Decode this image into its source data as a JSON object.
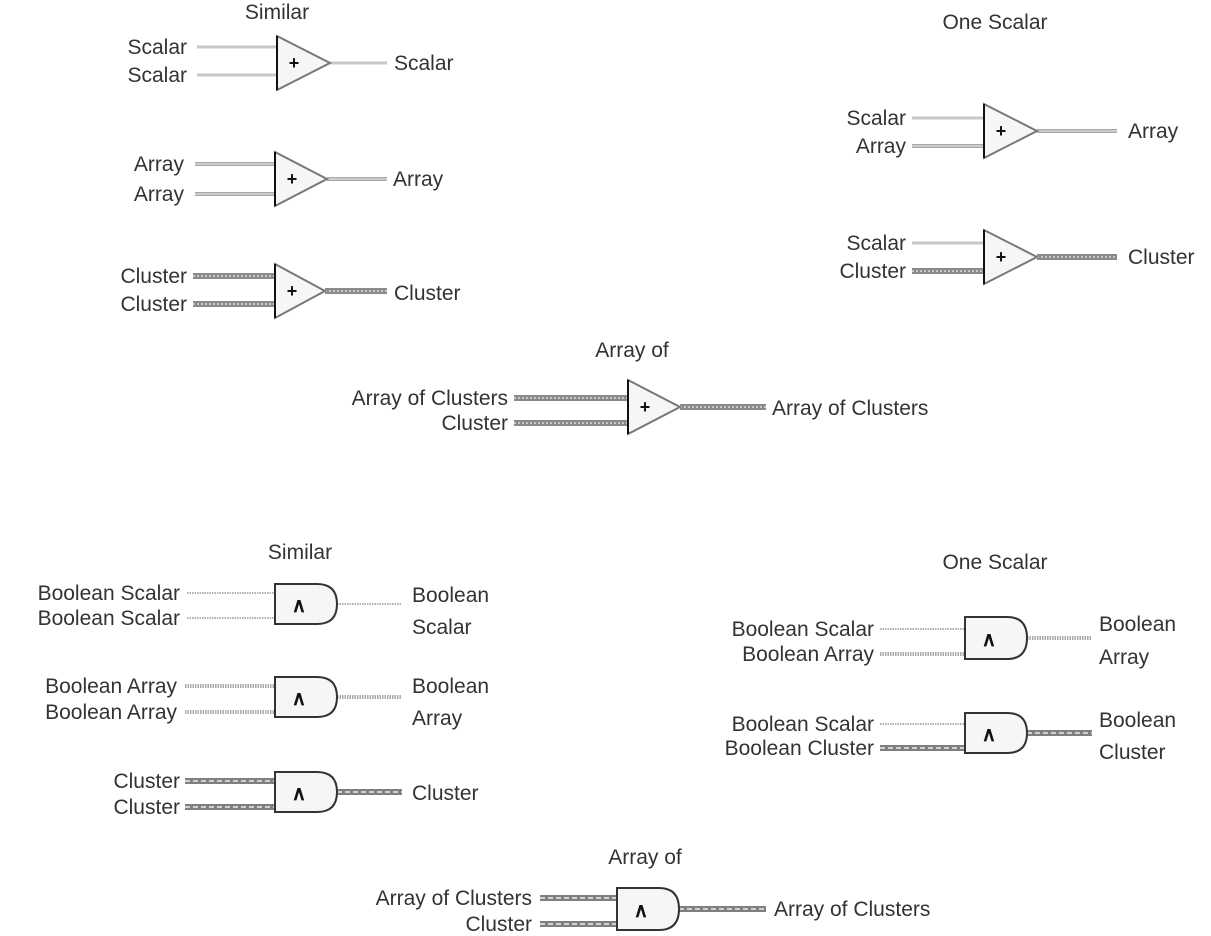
{
  "add_section": {
    "headers": {
      "similar": "Similar",
      "one_scalar": "One Scalar",
      "array_of": "Array of"
    },
    "op_symbol": "+",
    "diagrams": [
      {
        "inputs": [
          {
            "label": "Scalar",
            "wire": "scalar"
          },
          {
            "label": "Scalar",
            "wire": "scalar"
          }
        ],
        "output": {
          "lines": [
            "Scalar"
          ],
          "wire": "scalar"
        }
      },
      {
        "inputs": [
          {
            "label": "Array",
            "wire": "array"
          },
          {
            "label": "Array",
            "wire": "array"
          }
        ],
        "output": {
          "lines": [
            "Array"
          ],
          "wire": "array"
        }
      },
      {
        "inputs": [
          {
            "label": "Cluster",
            "wire": "cluster"
          },
          {
            "label": "Cluster",
            "wire": "cluster"
          }
        ],
        "output": {
          "lines": [
            "Cluster"
          ],
          "wire": "cluster"
        }
      },
      {
        "inputs": [
          {
            "label": "Scalar",
            "wire": "scalar"
          },
          {
            "label": "Array",
            "wire": "array"
          }
        ],
        "output": {
          "lines": [
            "Array"
          ],
          "wire": "array"
        }
      },
      {
        "inputs": [
          {
            "label": "Scalar",
            "wire": "scalar"
          },
          {
            "label": "Cluster",
            "wire": "cluster"
          }
        ],
        "output": {
          "lines": [
            "Cluster"
          ],
          "wire": "cluster"
        }
      },
      {
        "inputs": [
          {
            "label": "Array of Clusters",
            "wire": "cluster"
          },
          {
            "label": "Cluster",
            "wire": "cluster"
          }
        ],
        "output": {
          "lines": [
            "Array of Clusters"
          ],
          "wire": "cluster"
        }
      }
    ]
  },
  "and_section": {
    "headers": {
      "similar": "Similar",
      "one_scalar": "One Scalar",
      "array_of": "Array of"
    },
    "op_symbol": "∧",
    "diagrams": [
      {
        "inputs": [
          {
            "label": "Boolean Scalar",
            "wire": "bscalar"
          },
          {
            "label": "Boolean Scalar",
            "wire": "bscalar"
          }
        ],
        "output": {
          "lines": [
            "Boolean",
            "Scalar"
          ],
          "wire": "bscalar"
        }
      },
      {
        "inputs": [
          {
            "label": "Boolean Array",
            "wire": "barray"
          },
          {
            "label": "Boolean Array",
            "wire": "barray"
          }
        ],
        "output": {
          "lines": [
            "Boolean",
            "Array"
          ],
          "wire": "barray"
        }
      },
      {
        "inputs": [
          {
            "label": "Cluster",
            "wire": "bcluster"
          },
          {
            "label": "Cluster",
            "wire": "bcluster"
          }
        ],
        "output": {
          "lines": [
            "Cluster"
          ],
          "wire": "bcluster"
        }
      },
      {
        "inputs": [
          {
            "label": "Boolean Scalar",
            "wire": "bscalar"
          },
          {
            "label": "Boolean Array",
            "wire": "barray"
          }
        ],
        "output": {
          "lines": [
            "Boolean",
            "Array"
          ],
          "wire": "barray"
        }
      },
      {
        "inputs": [
          {
            "label": "Boolean Scalar",
            "wire": "bscalar"
          },
          {
            "label": "Boolean Cluster",
            "wire": "bcluster"
          }
        ],
        "output": {
          "lines": [
            "Boolean",
            "Cluster"
          ],
          "wire": "bcluster"
        }
      },
      {
        "inputs": [
          {
            "label": "Array of Clusters",
            "wire": "bcluster"
          },
          {
            "label": "Cluster",
            "wire": "bcluster"
          }
        ],
        "output": {
          "lines": [
            "Array of Clusters"
          ],
          "wire": "bcluster"
        }
      }
    ]
  }
}
